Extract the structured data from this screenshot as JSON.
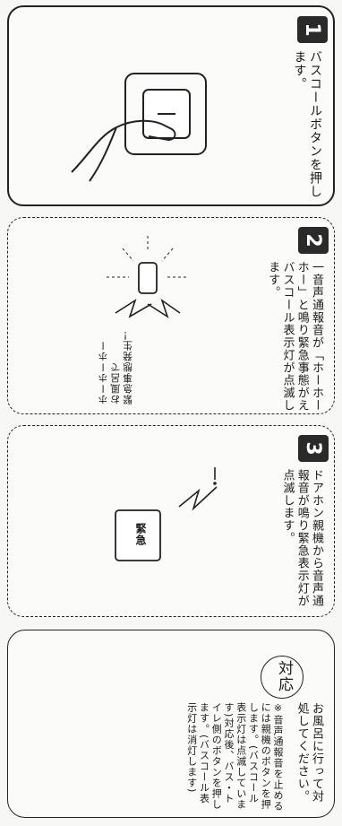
{
  "steps": [
    {
      "number": "1",
      "text": "バスコールボタンを押します。"
    },
    {
      "number": "2",
      "text": "一音声通報音が「ホーホーホー」と鳴り緊急事態がえバスコール表示灯が点滅します。",
      "bubble": "ホーホーホー\nお風呂で\n緊急事態発生！"
    },
    {
      "number": "3",
      "text": "ドアホン親機から音声通報音が鳴り緊急表示灯が点滅します。",
      "display_label": "緊急"
    }
  ],
  "response": {
    "title": "対応",
    "instruction": "お風呂に行って対処してください。",
    "note": "※音声通報音を止めるには親機のボタンを押します。(バスコール表示灯は点滅しています)対応後、バス・トイレ側のボタンを押します。(バスコール表示灯は消灯します)"
  }
}
